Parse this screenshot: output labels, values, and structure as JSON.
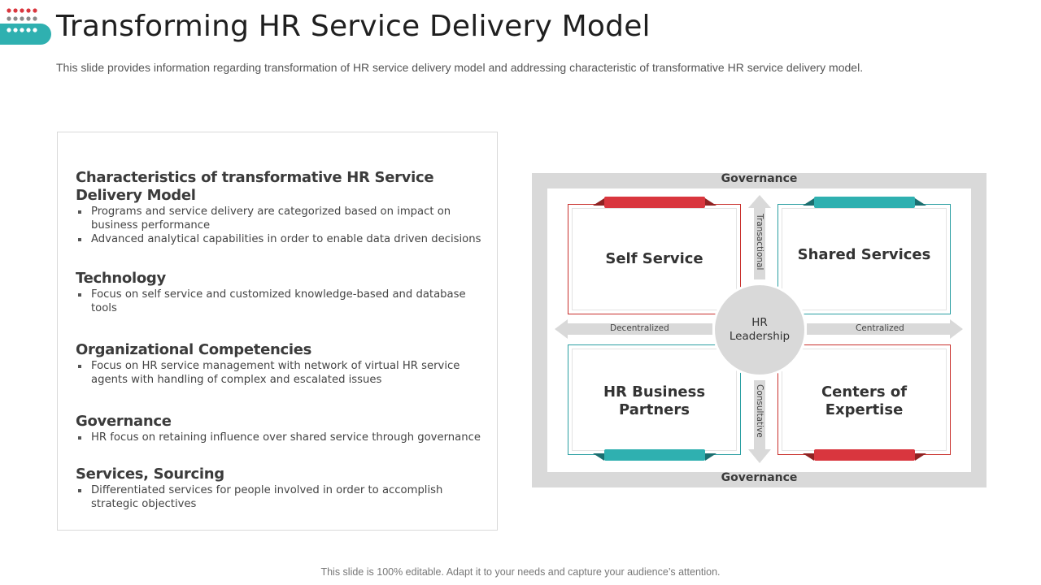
{
  "page": {
    "title": "Transforming HR Service Delivery Model",
    "subtitle": "This slide provides information regarding transformation of HR service delivery model and addressing characteristic of transformative HR service delivery model.",
    "footer": "This slide is 100% editable. Adapt it to your needs and capture your audience’s attention."
  },
  "colors": {
    "red": "#d9363e",
    "teal": "#2fb0b0",
    "gray": "#d9d9d9"
  },
  "sections": [
    {
      "heading": "Characteristics of transformative HR Service Delivery Model",
      "bullets": [
        "Programs and service delivery are categorized based on impact on business performance",
        "Advanced analytical capabilities in order to enable data driven decisions"
      ]
    },
    {
      "heading": "Technology",
      "bullets": [
        "Focus on self service and customized knowledge-based and database tools"
      ]
    },
    {
      "heading": "Organizational Competencies",
      "bullets": [
        "Focus on HR service management with network of virtual HR service agents with handling of complex and escalated issues"
      ]
    },
    {
      "heading": "Governance",
      "bullets": [
        "HR focus on retaining influence over shared service through governance"
      ]
    },
    {
      "heading": "Services, Sourcing",
      "bullets": [
        "Differentiated services for people involved in order to accomplish strategic objectives"
      ]
    }
  ],
  "diagram": {
    "governance_top": "Governance",
    "governance_bottom": "Governance",
    "center": "HR Leadership",
    "quadrants": {
      "top_left": "Self Service",
      "top_right": "Shared Services",
      "bottom_left": "HR Business Partners",
      "bottom_right": "Centers of Expertise"
    },
    "axes": {
      "up": "Transactional",
      "down": "Consultative",
      "left": "Decentralized",
      "right": "Centralized"
    }
  }
}
